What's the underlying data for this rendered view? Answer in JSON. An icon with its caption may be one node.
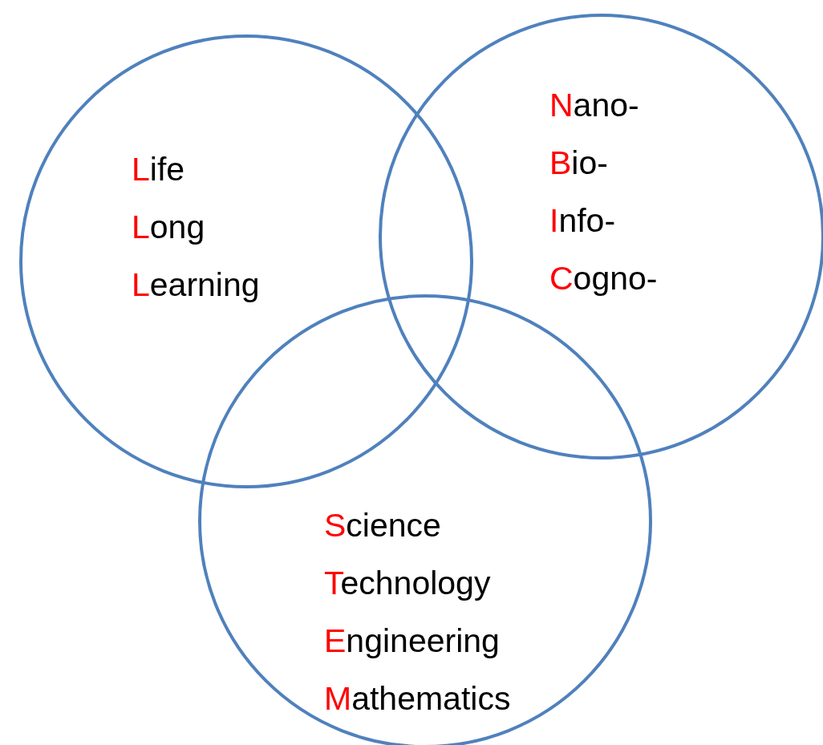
{
  "diagram": {
    "nodes": [
      {
        "text": [
          "Life",
          "Long",
          "Learning"
        ]
      },
      {
        "text": [
          "Nano-",
          "Bio-",
          "Info-",
          "Cogno-"
        ]
      },
      {
        "text": [
          "Science",
          "Technology",
          "Engineering",
          "Mathematics"
        ]
      }
    ]
  }
}
